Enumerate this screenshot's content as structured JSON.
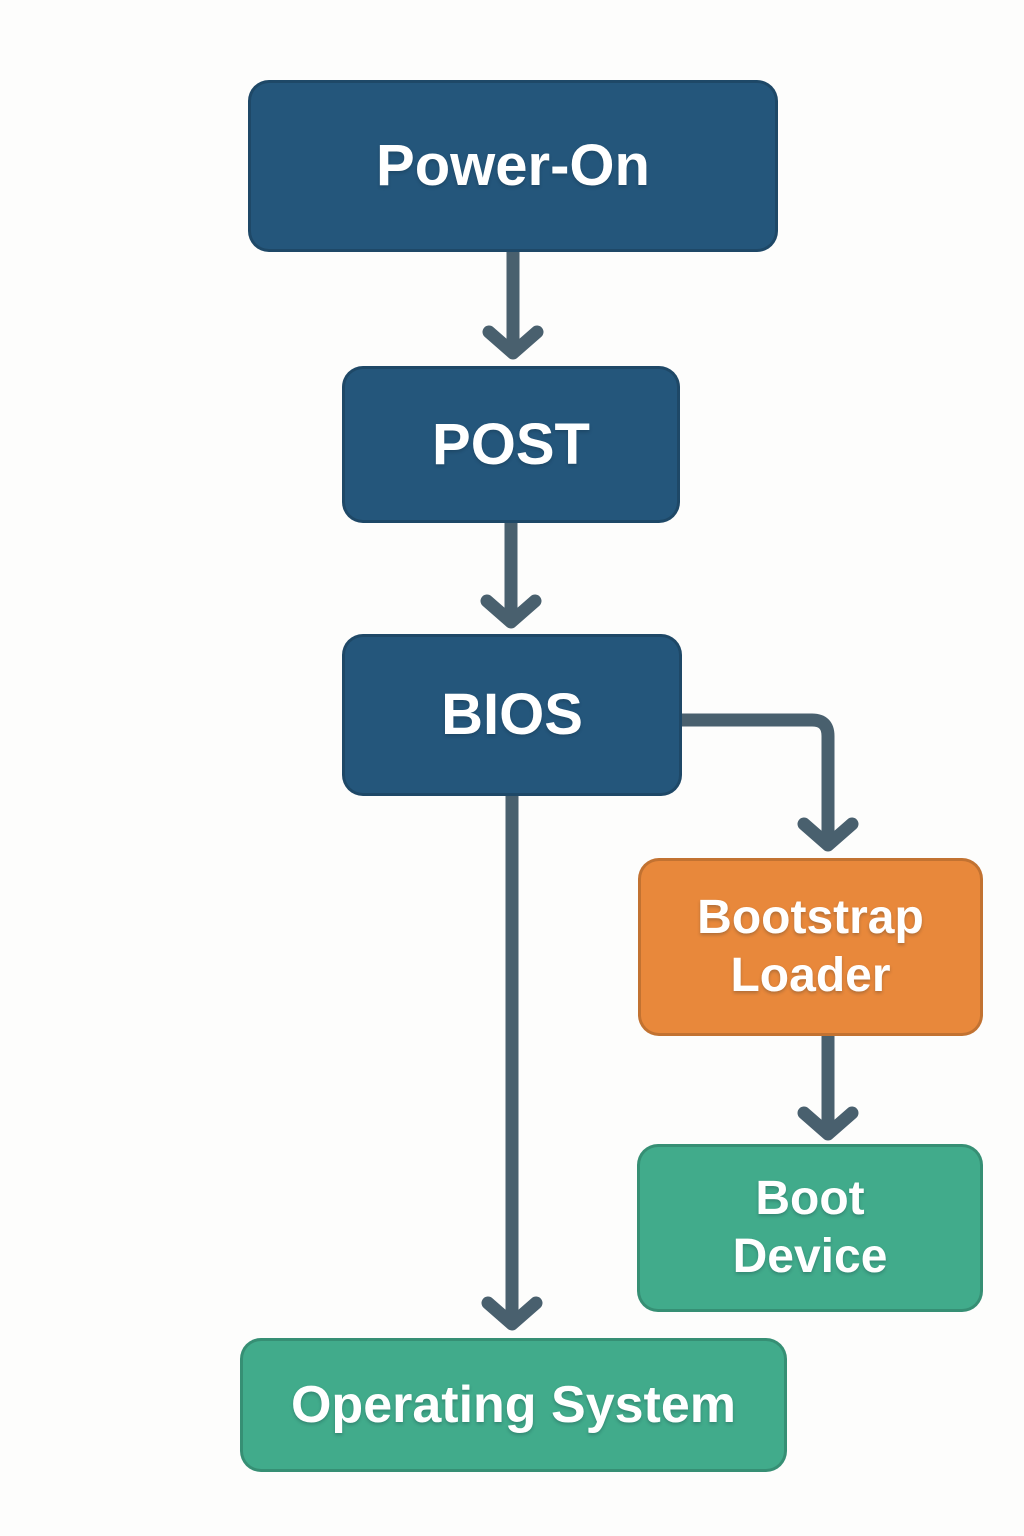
{
  "diagram": {
    "description": "Computer boot process flowchart",
    "nodes": [
      {
        "id": "power-on",
        "label": "Power-On",
        "color_key": "navy"
      },
      {
        "id": "post",
        "label": "POST",
        "color_key": "navy"
      },
      {
        "id": "bios",
        "label": "BIOS",
        "color_key": "navy"
      },
      {
        "id": "bootstrap-loader",
        "label": "Bootstrap Loader",
        "color_key": "orange"
      },
      {
        "id": "boot-device",
        "label": "Boot Device",
        "color_key": "green"
      },
      {
        "id": "operating-system",
        "label": "Operating System",
        "color_key": "green"
      }
    ],
    "edges": [
      {
        "from": "power-on",
        "to": "post"
      },
      {
        "from": "post",
        "to": "bios"
      },
      {
        "from": "bios",
        "to": "bootstrap-loader"
      },
      {
        "from": "bootstrap-loader",
        "to": "boot-device"
      },
      {
        "from": "bios",
        "to": "operating-system"
      }
    ]
  },
  "colors": {
    "navy": "#24567B",
    "orange": "#E8883B",
    "green": "#41AB8B",
    "connector": "#49606E",
    "background": "#FDFDFC",
    "text": "#FFFFFF"
  }
}
